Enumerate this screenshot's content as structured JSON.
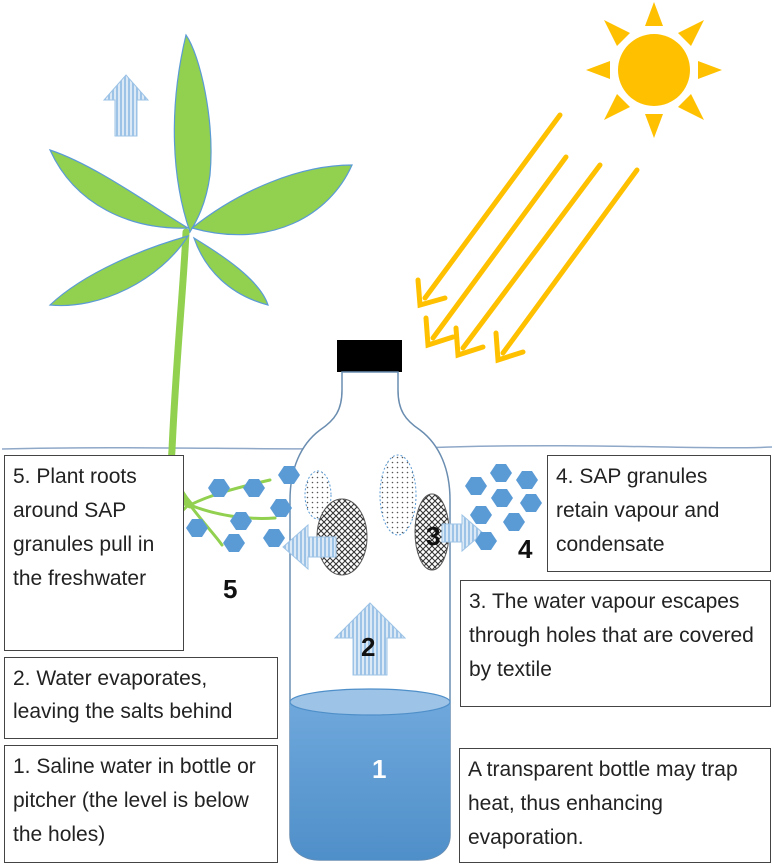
{
  "boxes": {
    "step5": "5. Plant roots around SAP granules pull in the freshwater",
    "step4": "4. SAP granules retain vapour and condensate",
    "step3": "3. The water vapour escapes through holes that are covered by textile",
    "step2": "2. Water evaporates, leaving the salts behind",
    "step1": "1. Saline water in bottle or pitcher (the level is below the holes)",
    "note": "A transparent bottle may trap heat, thus enhancing evaporation."
  },
  "markers": {
    "m1": "1",
    "m2": "2",
    "m3": "3",
    "m4": "4",
    "m5": "5"
  },
  "colors": {
    "sun": "#ffc000",
    "leaf": "#92d050",
    "water": "#5b9bd5",
    "arrow_light": "#bdd7ee",
    "cap": "#000000"
  },
  "icons": [
    "sun-icon",
    "sun-ray-arrow-icon",
    "plant-icon",
    "bottle-icon",
    "sap-granule-icon",
    "textile-hole-icon",
    "up-arrow-icon"
  ]
}
